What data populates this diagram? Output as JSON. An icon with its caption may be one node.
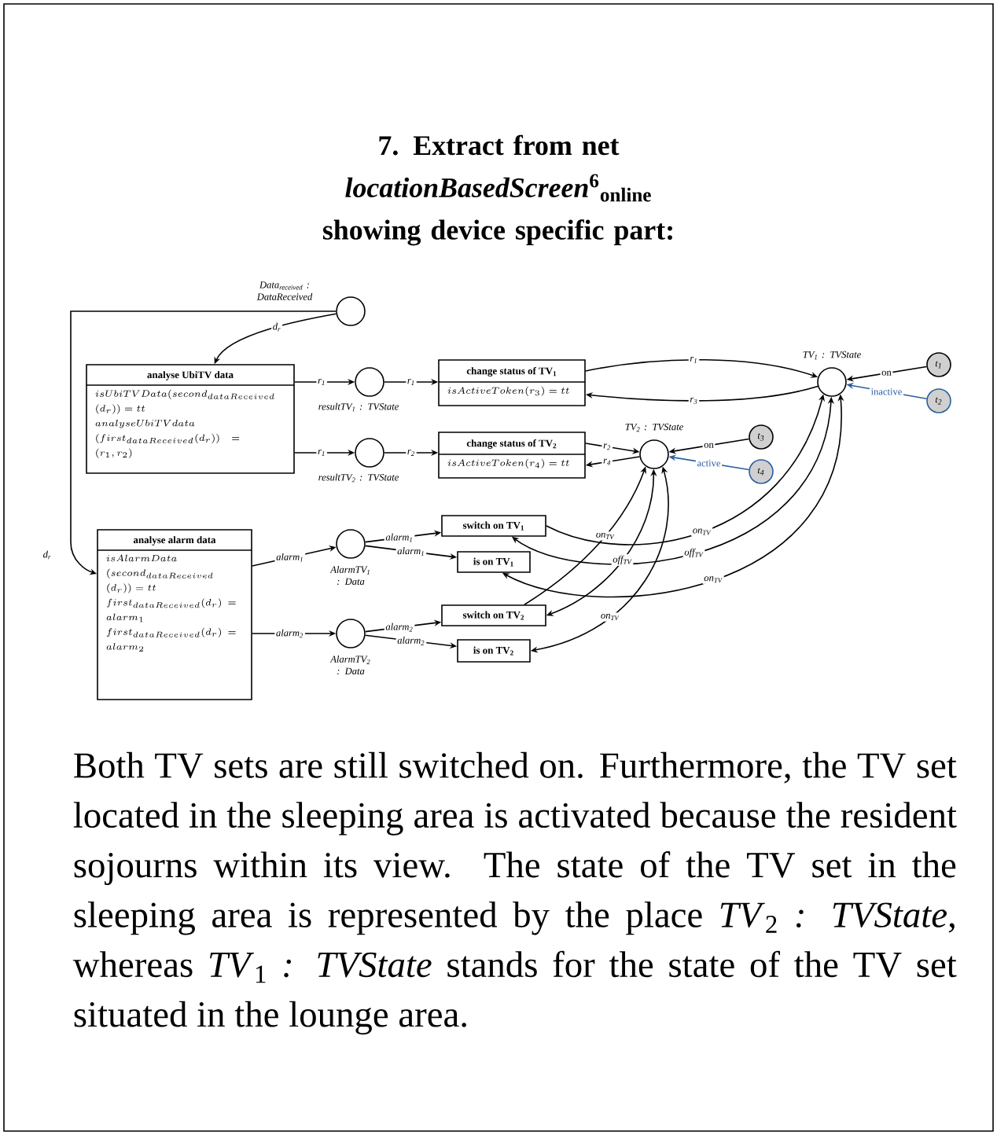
{
  "diagram": {
    "title": "7. Extract from net *locationBasedScreen*$^{6}$$_{online}$ showing device specific part:",
    "caption": "Both TV sets are still switched on. Furthermore, the TV set located in the sleeping area is activated because the resident sojourns within its view. The state of the TV set in the sleeping area is represented by the place *TV*$_{2}$ *: TVState*, whereas *TV*$_{1}$ *: TVState* stands for the state of the TV set situated in the lounge area.",
    "nodes": [
      {
        "text": [
          "Data$_{received}$ : DataReceived"
        ]
      },
      {
        "text": [
          "analyse UbiTV data",
          "isUbiTVData\\allowbreak(second_{dataReceived}\\allowbreak(d_r)) = tt",
          "analyseUbiTVdata\\allowbreak(first_{dataReceived}(d_r)) = (r_1,r_2)"
        ]
      },
      {
        "text": [
          "resultTV$_{1}$ : TVState"
        ]
      },
      {
        "text": [
          "resultTV$_{2}$ : TVState"
        ]
      },
      {
        "text": [
          "change status of TV$_{1}$",
          "isActiveToken(r_3) = tt"
        ]
      },
      {
        "text": [
          "change status of TV$_{2}$",
          "isActiveToken(r_4) = tt"
        ]
      },
      {
        "text": [
          "TV$_{1}$ : TVState"
        ]
      },
      {
        "text": [
          "TV$_{2}$ : TVState"
        ]
      },
      {
        "text": [
          "t$_{1}$"
        ]
      },
      {
        "text": [
          "t$_{2}$"
        ]
      },
      {
        "text": [
          "t$_{3}$"
        ]
      },
      {
        "text": [
          "t$_{4}$"
        ]
      },
      {
        "text": [
          "analyse alarm data",
          "isAlarmData\\allowbreak(second_{dataReceived}\\allowbreak(d_r)) = tt",
          "first_{dataReceived}\\allowbreak(d_r) = alarm_1",
          "first_{dataReceived}\\allowbreak(d_r) = alarm_2"
        ]
      },
      {
        "text": [
          "AlarmTV$_{1}$ : Data"
        ]
      },
      {
        "text": [
          "AlarmTV$_{2}$ : Data"
        ]
      },
      {
        "text": [
          "switch on TV$_{1}$"
        ]
      },
      {
        "text": [
          "is on TV$_{1}$"
        ]
      },
      {
        "text": [
          "switch on TV$_{2}$"
        ]
      },
      {
        "text": [
          "is on TV$_{2}$"
        ]
      }
    ],
    "edges": [
      {
        "from": 0,
        "to": 1,
        "arrow": "to",
        "label": "d$_{r}$"
      },
      {
        "from": 0,
        "to": 12,
        "arrow": "to",
        "label": "d$_{r}$"
      },
      {
        "from": 1,
        "to": 2,
        "arrow": "to",
        "label": "r$_{1}$"
      },
      {
        "from": 2,
        "to": 4,
        "arrow": "to",
        "label": "r$_{1}$"
      },
      {
        "from": 1,
        "to": 3,
        "arrow": "to",
        "label": "r$_{1}$"
      },
      {
        "from": 3,
        "to": 5,
        "arrow": "to",
        "label": "r$_{2}$"
      },
      {
        "from": 4,
        "to": 6,
        "arrow": "to",
        "label": "r$_{1}$"
      },
      {
        "from": 6,
        "to": 4,
        "arrow": "to",
        "label": "r$_{3}$"
      },
      {
        "from": 5,
        "to": 7,
        "arrow": "to",
        "label": "r$_{2}$"
      },
      {
        "from": 7,
        "to": 5,
        "arrow": "to",
        "label": "r$_{4}$"
      },
      {
        "from": 8,
        "to": 6,
        "arrow": "to",
        "label": "on"
      },
      {
        "from": 9,
        "to": 6,
        "arrow": "to",
        "label": "inactive",
        "color": "#2b5f9e"
      },
      {
        "from": 10,
        "to": 7,
        "arrow": "to",
        "label": "on"
      },
      {
        "from": 11,
        "to": 7,
        "arrow": "to",
        "label": "active",
        "color": "#2b5f9e"
      },
      {
        "from": 12,
        "to": 13,
        "arrow": "to",
        "label": "alarm$_{1}$"
      },
      {
        "from": 12,
        "to": 14,
        "arrow": "to",
        "label": "alarm$_{2}$"
      },
      {
        "from": 13,
        "to": 15,
        "arrow": "to",
        "label": "alarm$_{1}$"
      },
      {
        "from": 13,
        "to": 16,
        "arrow": "to",
        "label": "alarm$_{1}$"
      },
      {
        "from": 14,
        "to": 17,
        "arrow": "to",
        "label": "alarm$_{2}$"
      },
      {
        "from": 14,
        "to": 18,
        "arrow": "to",
        "label": "alarm$_{2}$"
      },
      {
        "from": 15,
        "to": 6,
        "arrow": "to",
        "label": "on$_{TV}$"
      },
      {
        "from": 15,
        "to": 6,
        "arrow": "both",
        "label": "off$_{TV}$"
      },
      {
        "from": 16,
        "to": 6,
        "arrow": "both",
        "label": "on$_{TV}$"
      },
      {
        "from": 17,
        "to": 7,
        "arrow": "to",
        "label": "on$_{TV}$"
      },
      {
        "from": 17,
        "to": 7,
        "arrow": "both",
        "label": "off$_{TV}$"
      },
      {
        "from": 18,
        "to": 7,
        "arrow": "both",
        "label": "on$_{TV}$"
      }
    ]
  }
}
